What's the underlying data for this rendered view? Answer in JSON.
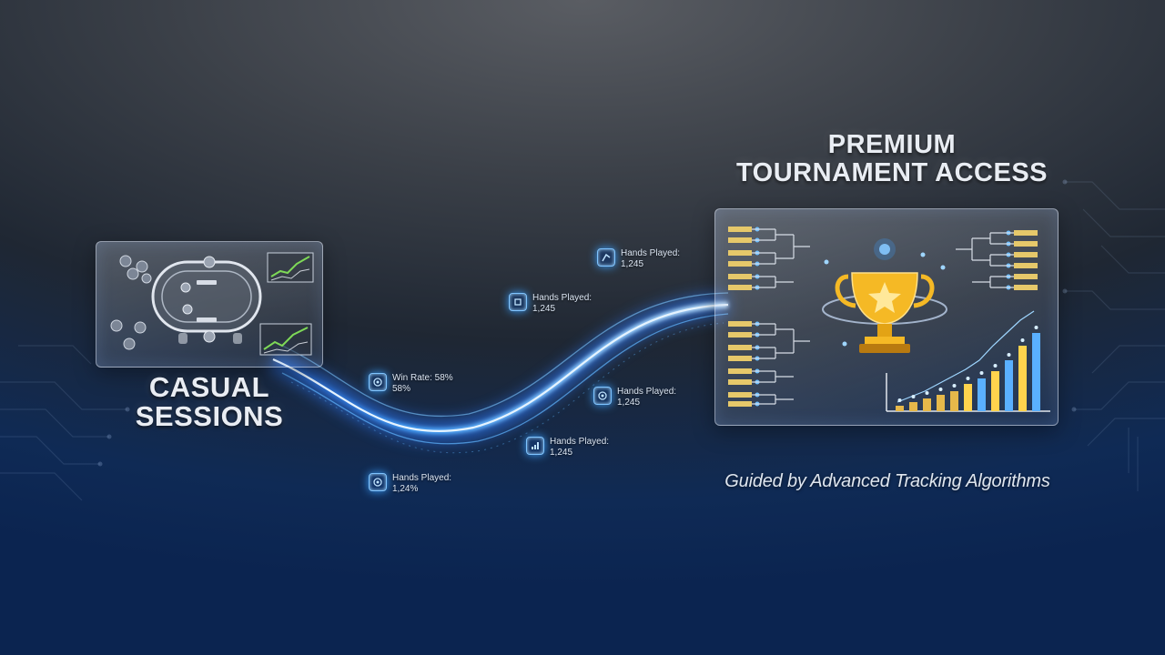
{
  "casual": {
    "title_line1": "CASUAL",
    "title_line2": "SESSIONS"
  },
  "premium": {
    "title_line1": "PREMIUM",
    "title_line2": "TOURNAMENT ACCESS"
  },
  "subtitle": "Guided by Advanced Tracking Algorithms",
  "stats": [
    {
      "id": "stat-1",
      "line1": "Hands Played:",
      "line2": "1,245",
      "icon": "signal-icon"
    },
    {
      "id": "stat-2",
      "line1": "Hands Played:",
      "line2": "1,245",
      "icon": "chip-icon"
    },
    {
      "id": "stat-3",
      "line1": "Win Rate: 58%",
      "line2": "58%",
      "icon": "target-icon"
    },
    {
      "id": "stat-4",
      "line1": "Hands Played:",
      "line2": "1,245",
      "icon": "target-icon"
    },
    {
      "id": "stat-5",
      "line1": "Hands Played:",
      "line2": "1,245",
      "icon": "bar-chart-icon"
    },
    {
      "id": "stat-6",
      "line1": "Hands Played:",
      "line2": "1,24%",
      "icon": "target-icon"
    }
  ],
  "colors": {
    "glow": "#3aa0ff",
    "trophy": "#f5b925",
    "accent-green": "#7ed957"
  }
}
